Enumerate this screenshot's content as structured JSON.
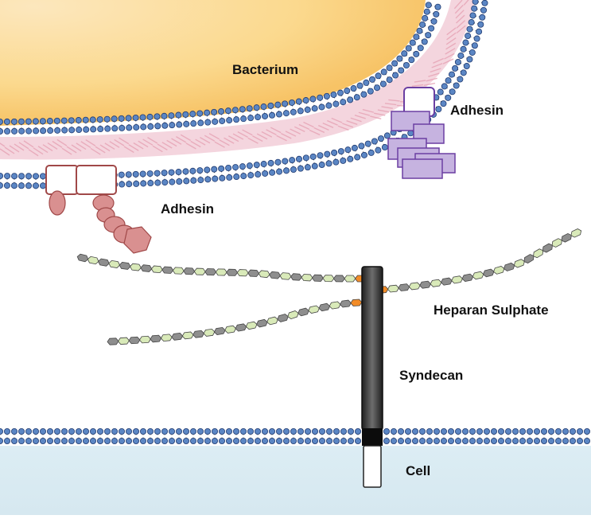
{
  "labels": {
    "bacterium": "Bacterium",
    "adhesin_right": "Adhesin",
    "adhesin_left": "Adhesin",
    "heparan": "Heparan Sulphate",
    "syndecan": "Syndecan",
    "cell": "Cell"
  },
  "colors": {
    "bacterium_fill": "#fbd98e",
    "membrane_head": "#5b86c4",
    "membrane_head_stroke": "#203a70",
    "peptidoglycan": "#e7a6b7",
    "cell_fill": "#dbecf3",
    "adhesin_red": "#d99090",
    "adhesin_red_stroke": "#a04848",
    "adhesin_purple": "#c6b3e0",
    "adhesin_purple_stroke": "#6b3fa2",
    "sugar_dark": "#8e8e8e",
    "sugar_light": "#d9eab9",
    "sugar_accent": "#f28c28",
    "syndecan": "#333333"
  }
}
